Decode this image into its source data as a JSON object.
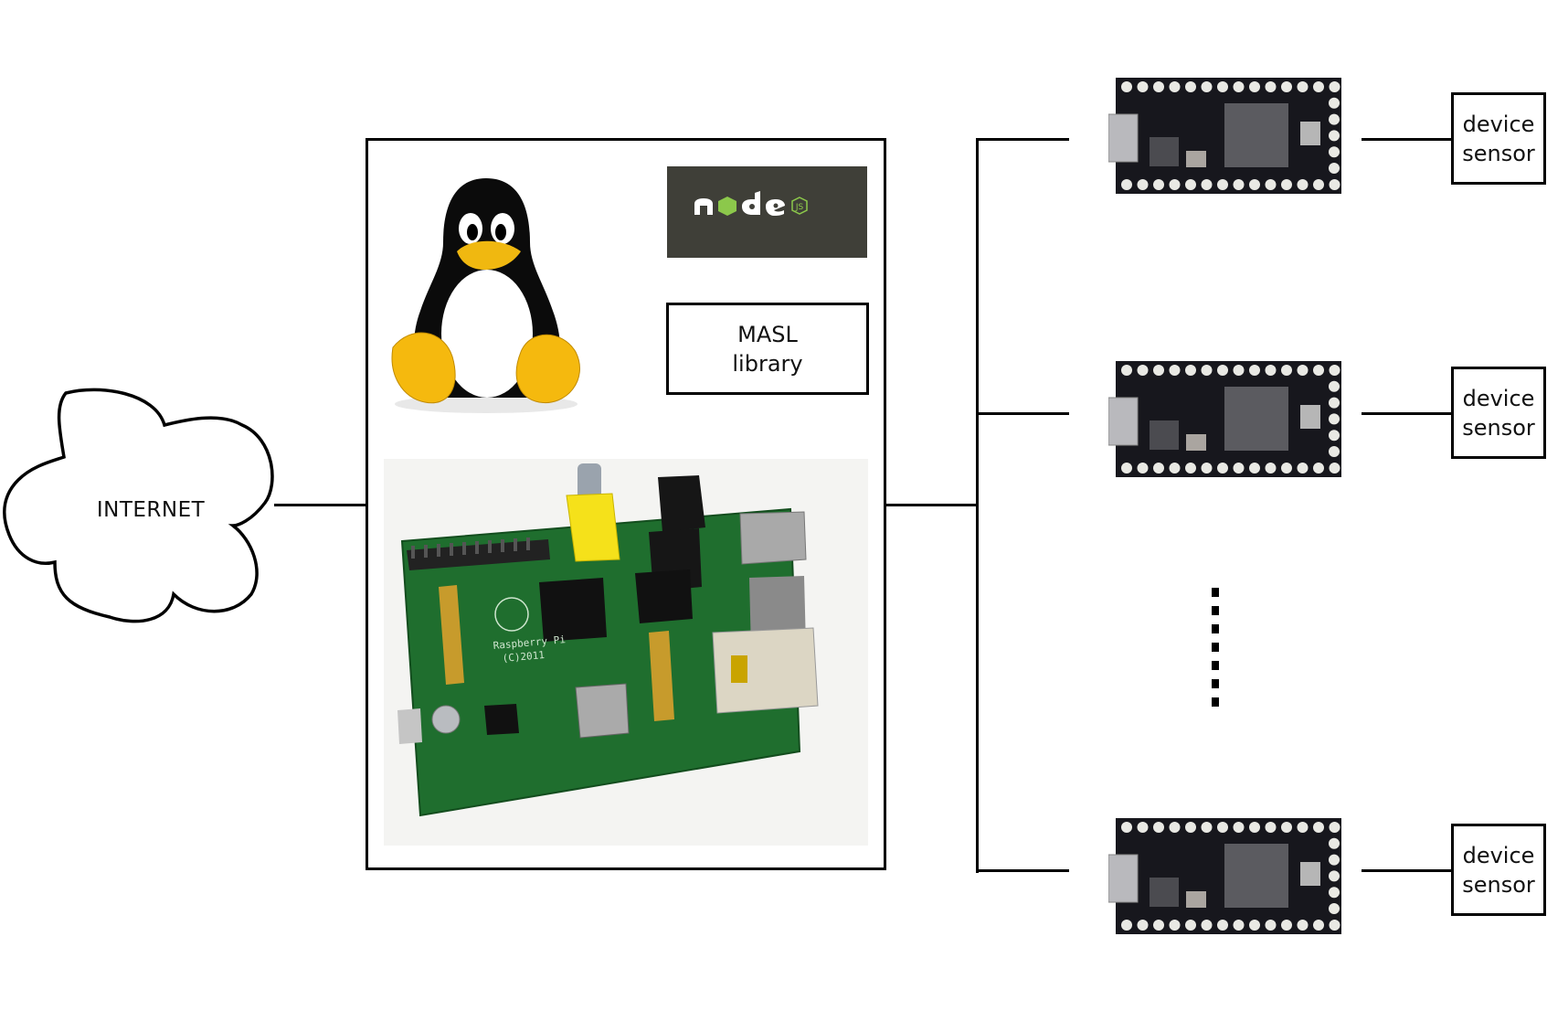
{
  "diagram": {
    "internet": {
      "label": "INTERNET",
      "icon": "cloud-icon"
    },
    "gateway": {
      "os_logo": "linux-tux-penguin-icon",
      "runtime_logo": {
        "text": "node",
        "badge": "JS",
        "background": "#3f3f38",
        "accent": "#8cc84b"
      },
      "library": {
        "line1": "MASL",
        "line2": "library"
      },
      "hardware": "raspberry-pi-board-photo",
      "pi_silkscreen": "Raspberry Pi (C)2011"
    },
    "devices": [
      {
        "board": "microcontroller-board",
        "sensor": {
          "line1": "device",
          "line2": "sensor"
        }
      },
      {
        "board": "microcontroller-board",
        "sensor": {
          "line1": "device",
          "line2": "sensor"
        }
      },
      {
        "board": "microcontroller-board",
        "sensor": {
          "line1": "device",
          "line2": "sensor"
        }
      }
    ],
    "ellipsis": "more devices (vertical dots)"
  }
}
